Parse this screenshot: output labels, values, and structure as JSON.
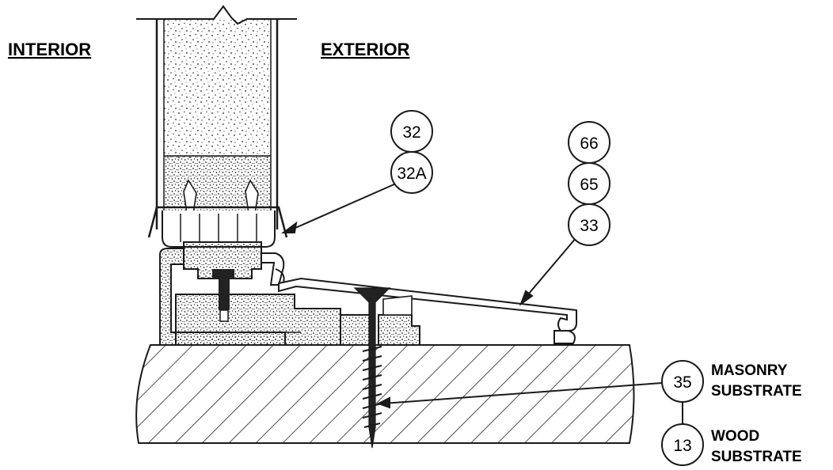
{
  "sections": {
    "interior": "INTERIOR",
    "exterior": "EXTERIOR"
  },
  "callouts": {
    "c32": "32",
    "c32a": "32A",
    "c66": "66",
    "c65": "65",
    "c33": "33",
    "c35": "35",
    "c13": "13"
  },
  "notes": {
    "masonry_line1": "MASONRY",
    "masonry_line2": "SUBSTRATE",
    "wood_line1": "WOOD",
    "wood_line2": "SUBSTRATE"
  },
  "colors": {
    "line": "#1a1a1a",
    "fill": "#ffffff"
  }
}
